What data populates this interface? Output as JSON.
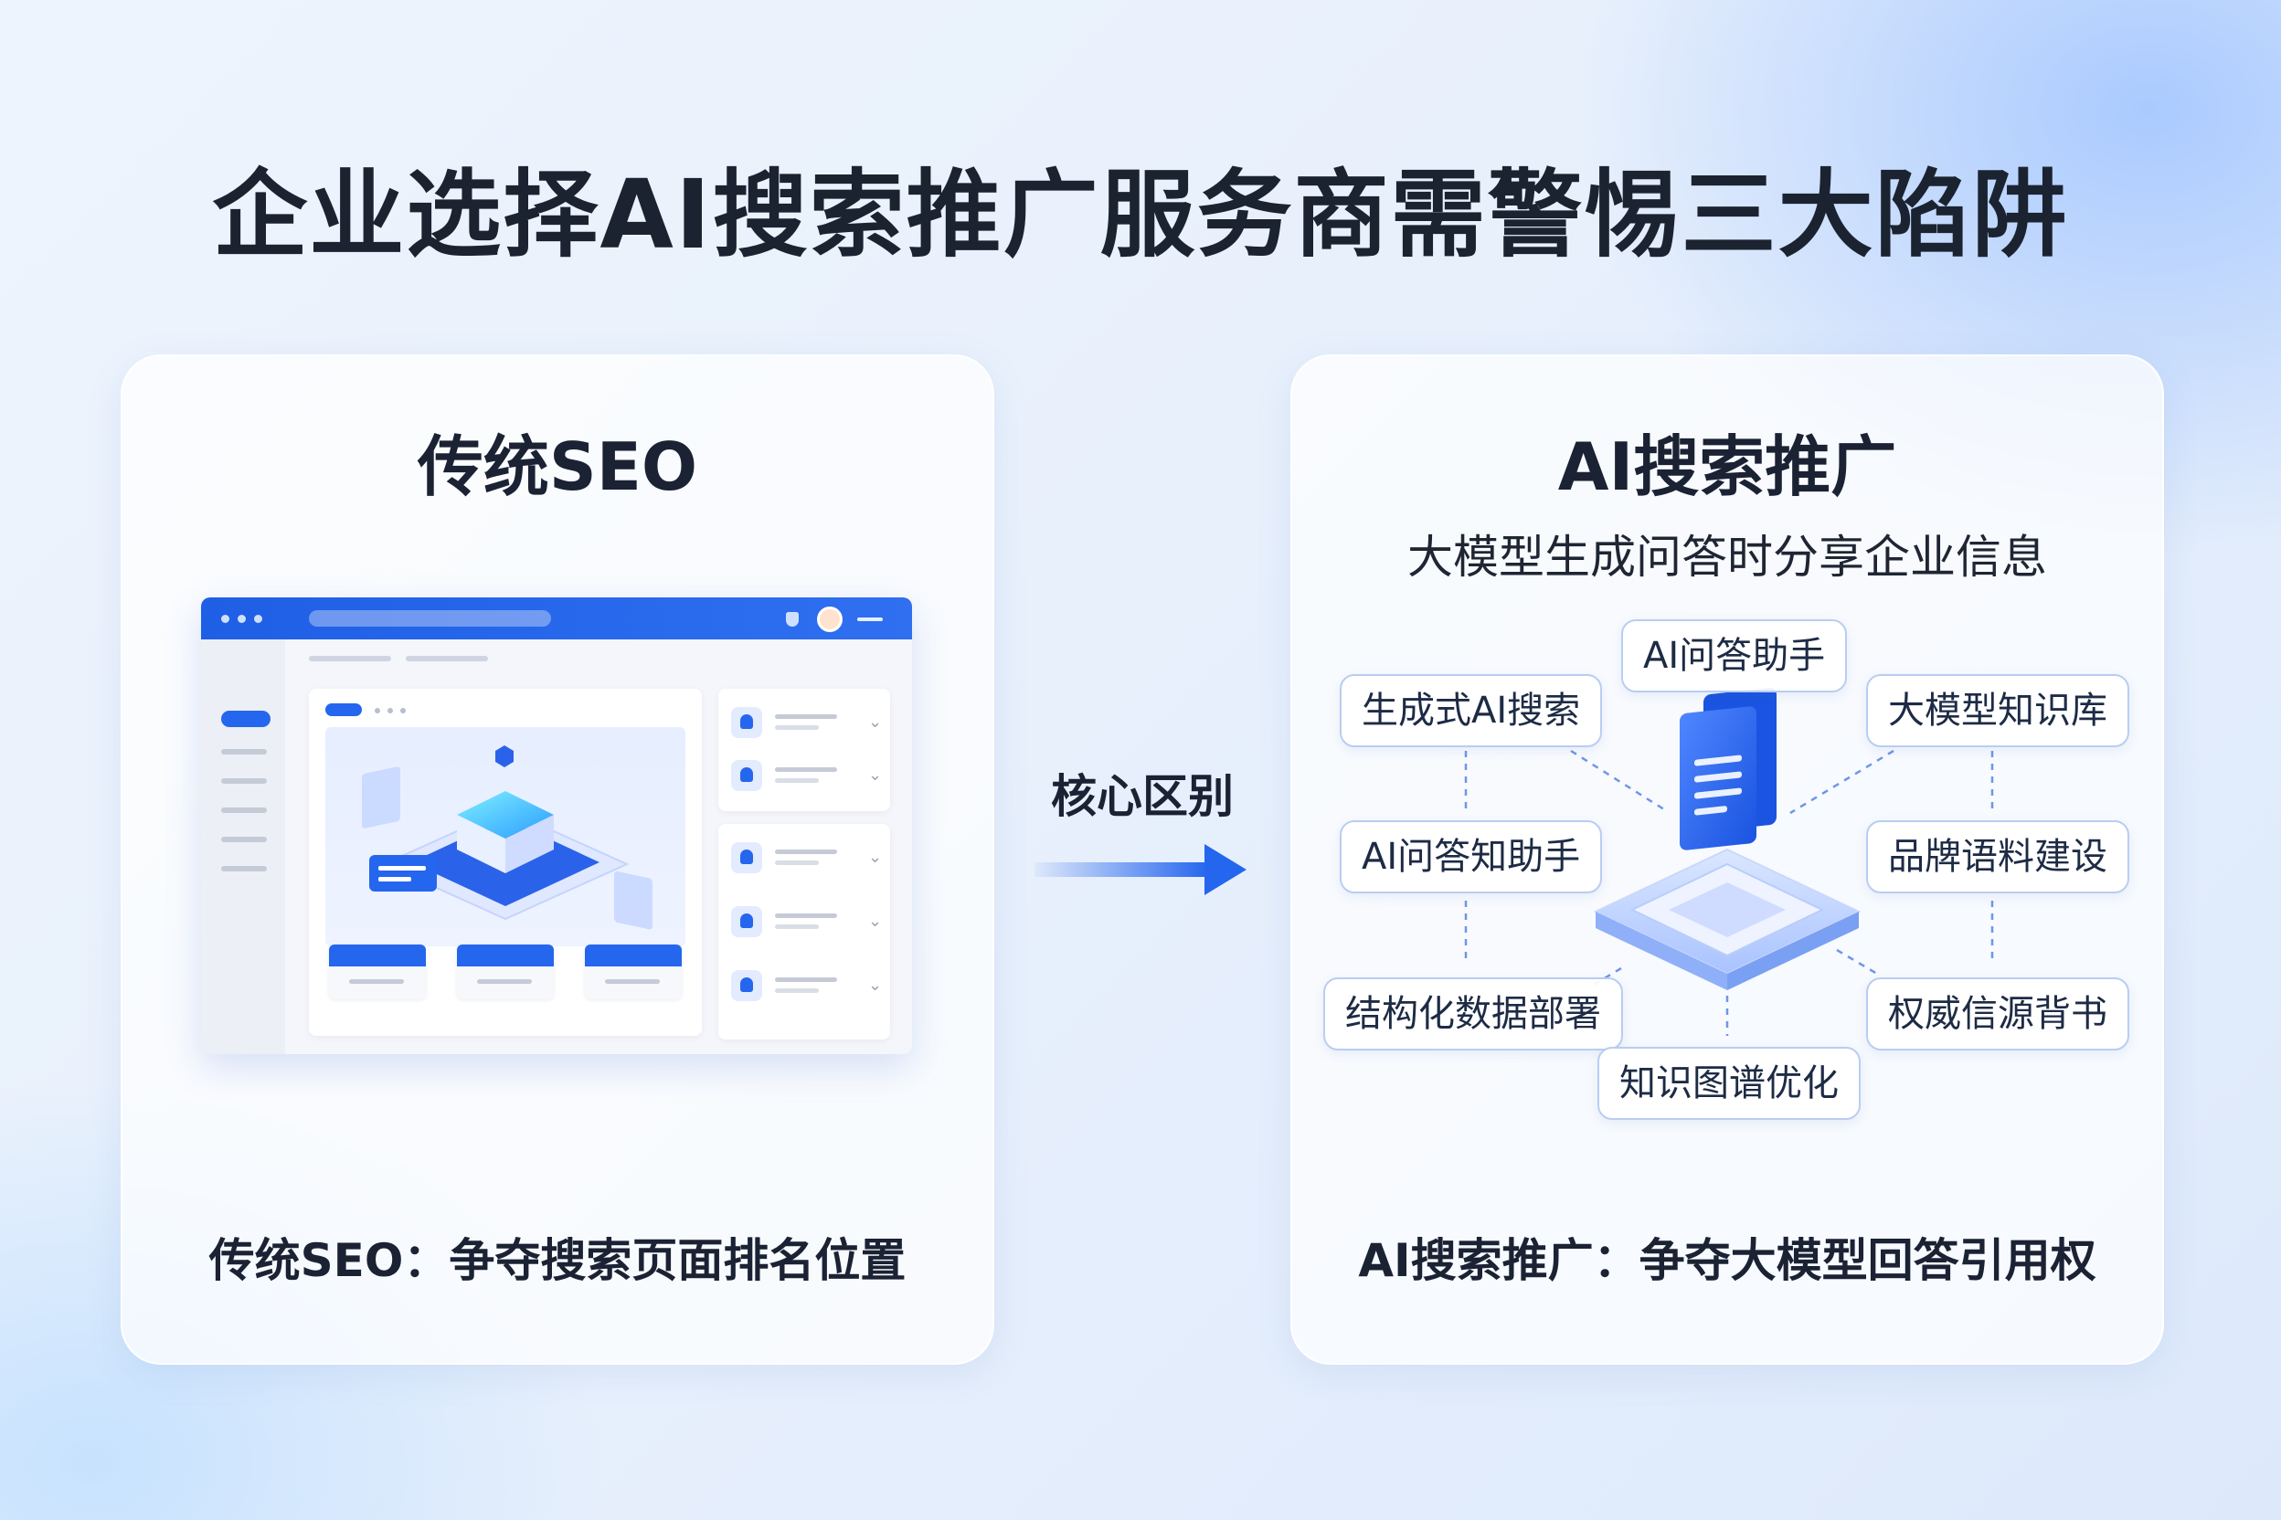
{
  "title": "企业选择AI搜索推广服务商需警惕三大陷阱",
  "left_panel": {
    "title": "传统SEO",
    "caption": "传统SEO：争夺搜索页面排名位置"
  },
  "center": {
    "label": "核心区别"
  },
  "right_panel": {
    "title": "AI搜索推广",
    "subtitle": "大模型生成问答时分享企业信息",
    "caption": "AI搜索推广：争夺大模型回答引用权",
    "nodes": [
      "AI问答助手",
      "生成式AI搜索",
      "大模型知识库",
      "AI问答知助手",
      "品牌语料建设",
      "结构化数据部署",
      "权威信源背书",
      "知识图谱优化"
    ]
  },
  "colors": {
    "accent": "#2566ee",
    "node_border": "#b9cdf2",
    "title_text": "#1b2331"
  }
}
